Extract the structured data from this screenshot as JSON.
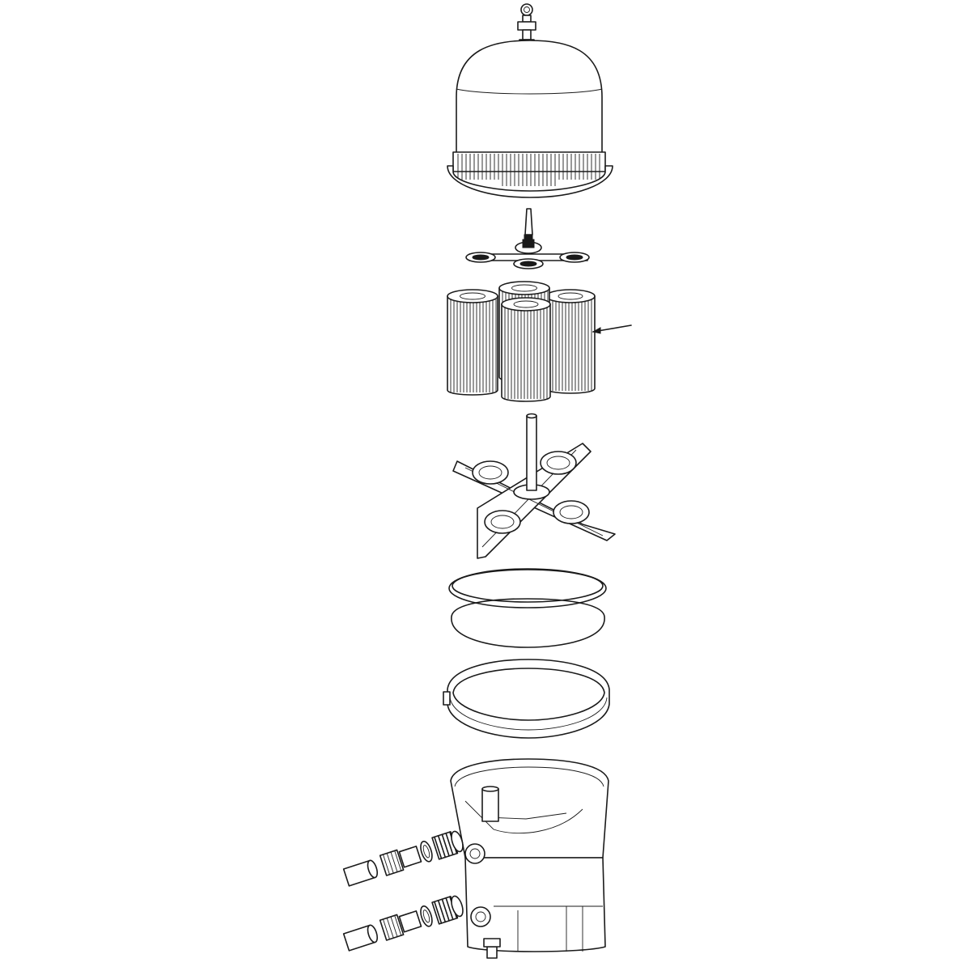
{
  "diagram": {
    "type": "exploded-parts-view",
    "colors": {
      "line": "#1a1a1a",
      "background": "#ffffff"
    },
    "parts": [
      {
        "id": "pressure-gauge-icon",
        "label": ""
      },
      {
        "id": "filter-dome-lid",
        "label": ""
      },
      {
        "id": "air-relief-tube",
        "label": ""
      },
      {
        "id": "upper-manifold",
        "label": ""
      },
      {
        "id": "cartridge-elements",
        "label": "",
        "count": 4
      },
      {
        "id": "lower-manifold-standpipe",
        "label": ""
      },
      {
        "id": "tank-o-ring",
        "label": ""
      },
      {
        "id": "locking-clamp-ring",
        "label": ""
      },
      {
        "id": "filter-tank-base",
        "label": ""
      },
      {
        "id": "union-fittings",
        "label": "",
        "count": 2
      }
    ],
    "callouts": [
      {
        "target": "cartridge-elements",
        "text": ""
      }
    ]
  }
}
